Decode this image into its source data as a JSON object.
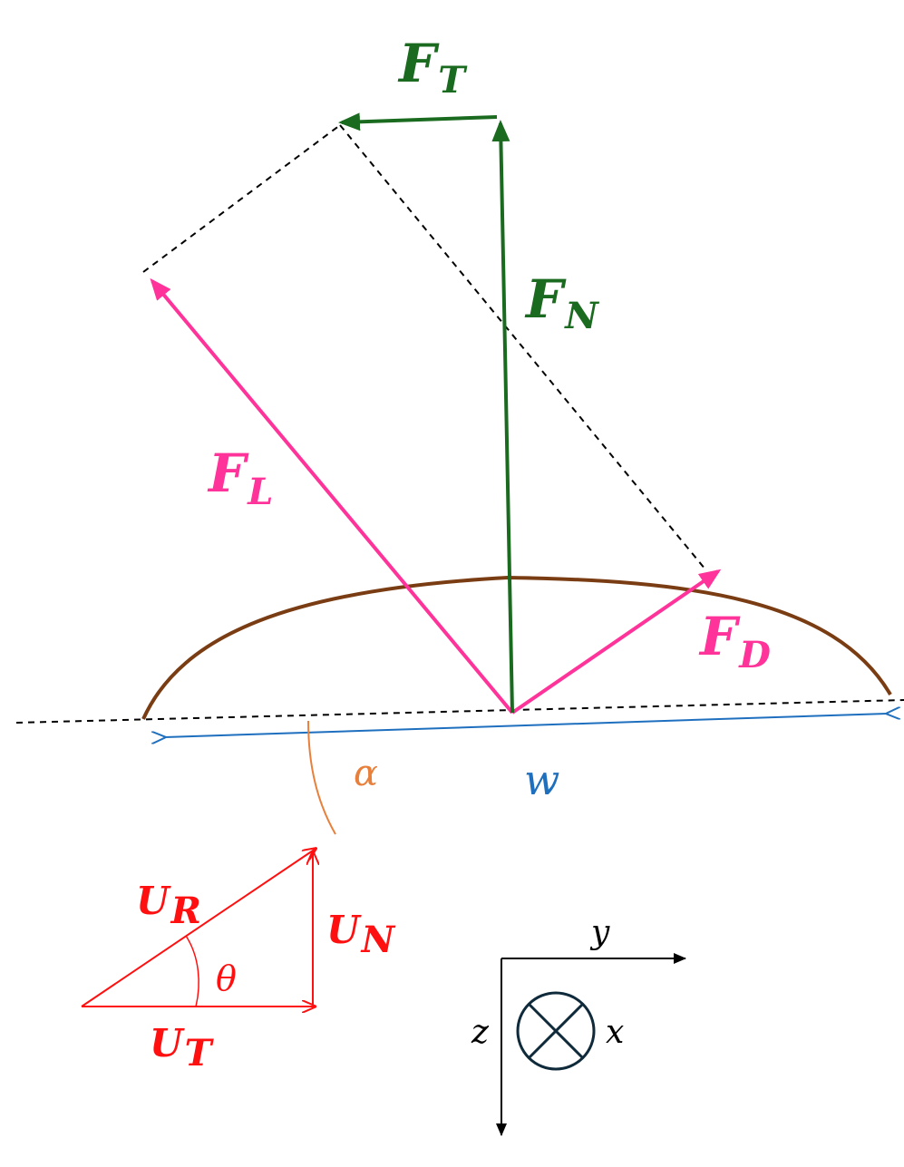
{
  "colors": {
    "green": "#1a6b1f",
    "pink": "#ff3399",
    "brown": "#7a3d13",
    "blue": "#1f6fbf",
    "orange": "#e8803c",
    "red": "#ff1010",
    "black": "#000000",
    "navy": "#0f2a3a"
  },
  "labels": {
    "ft": {
      "main": "F",
      "sub": "T"
    },
    "fn": {
      "main": "F",
      "sub": "N"
    },
    "fl": {
      "main": "F",
      "sub": "L"
    },
    "fd": {
      "main": "F",
      "sub": "D"
    },
    "alpha": "α",
    "w": "w",
    "ur": {
      "main": "U",
      "sub": "R"
    },
    "un": {
      "main": "U",
      "sub": "N"
    },
    "ut": {
      "main": "U",
      "sub": "T"
    },
    "theta": "θ",
    "axis_y": "y",
    "axis_z": "z",
    "axis_x": "x"
  },
  "icons": {
    "x_axis_into_page": "circle-cross-icon"
  }
}
